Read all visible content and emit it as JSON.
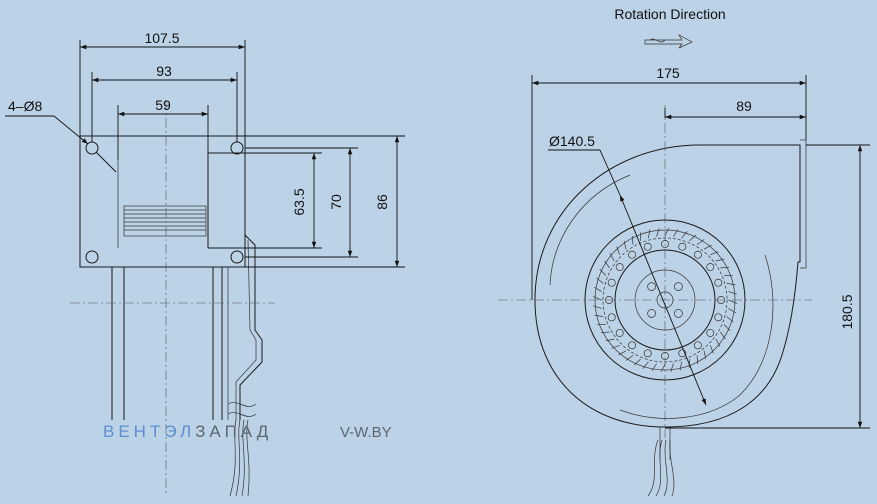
{
  "header": {
    "rotation_label": "Rotation  Direction"
  },
  "side_view": {
    "hole_callout": "4–Ø8",
    "dim_width_outer": "107.5",
    "dim_width_mid": "93",
    "dim_width_inner": "59",
    "dim_height_small": "63.5",
    "dim_height_mid": "70",
    "dim_height_large": "86"
  },
  "front_view": {
    "dim_width_total": "175",
    "dim_width_half": "89",
    "dim_diameter": "Ø140.5",
    "dim_height": "180.5"
  },
  "watermark": {
    "brand_part1": "ВЕНТЭЛ",
    "brand_part2": "ЗАПАД",
    "site": "V-W.BY"
  },
  "colors": {
    "background": "#bcd2e6",
    "line": "#1a1a1a",
    "brand_blue": "#5b8fd0",
    "brand_gray": "#5c6670"
  }
}
